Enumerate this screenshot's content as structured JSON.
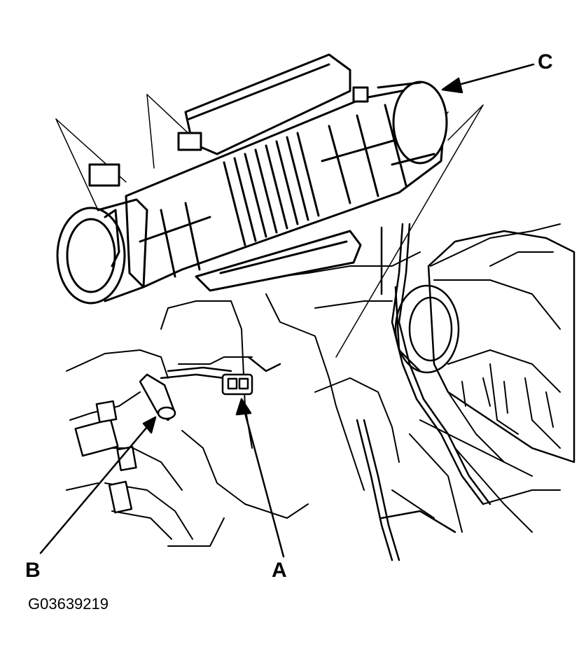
{
  "figure": {
    "id": "G03639219"
  },
  "callouts": {
    "a": "A",
    "b": "B",
    "c": "C"
  }
}
